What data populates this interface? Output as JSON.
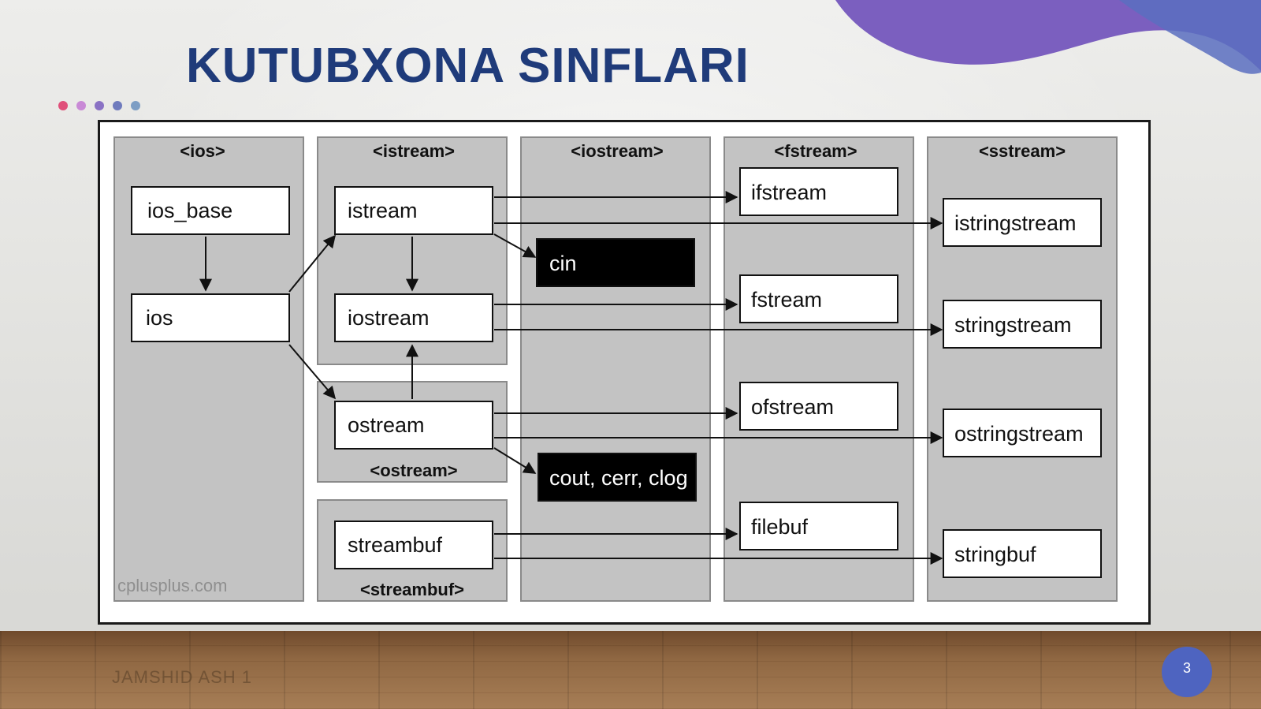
{
  "slide": {
    "title": "KUTUBXONA SINFLARI SHAJARASI",
    "footer": "JAMSHID ASH 1",
    "page_number": "3",
    "dot_colors": [
      "#e0507a",
      "#c98ad6",
      "#8a72c4",
      "#6f7bbd",
      "#7d9ec4"
    ],
    "accent_colors": {
      "title": "#1f3b7a",
      "blob_purple": "#7b5fbf",
      "blob_blue": "#5a6fbf"
    }
  },
  "diagram": {
    "headers": {
      "ios": "<ios>",
      "istream": "<istream>",
      "iostream": "<iostream>",
      "fstream": "<fstream>",
      "sstream": "<sstream>",
      "ostream": "<ostream>",
      "streambuf": "<streambuf>"
    },
    "classes": {
      "ios_base": "ios_base",
      "ios": "ios",
      "istream": "istream",
      "iostream": "iostream",
      "ostream": "ostream",
      "streambuf": "streambuf",
      "cin": "cin",
      "cout": "cout, cerr, clog",
      "ifstream": "ifstream",
      "fstream": "fstream",
      "ofstream": "ofstream",
      "filebuf": "filebuf",
      "istringstream": "istringstream",
      "stringstream": "stringstream",
      "ostringstream": "ostringstream",
      "stringbuf": "stringbuf"
    },
    "watermark": "cplusplus.com"
  }
}
